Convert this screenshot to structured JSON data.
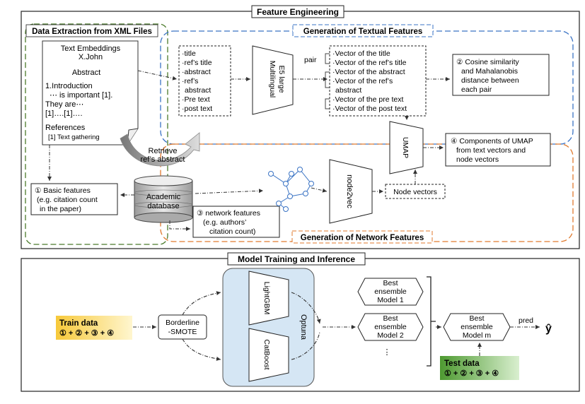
{
  "feature_engineering": {
    "title": "Feature Engineering",
    "data_extraction": {
      "title": "Data Extraction from XML Files",
      "doc": {
        "heading1": "Text Embeddings",
        "heading2": "X.John",
        "abstract": "Abstract",
        "intro": "1.Introduction",
        "line1": "⋯ is important [1].",
        "line2": "They are⋯",
        "line3": "[1]….[1]….",
        "refs_title": "References",
        "ref1": "[1]  Text gathering"
      },
      "retrieve_label": [
        "Retrieve",
        "ref’s abstract"
      ]
    },
    "textual": {
      "title": "Generation of Textual Features",
      "inputs": [
        "·title",
        "·ref’s title",
        "·abstract",
        "·ref’s",
        " abstract",
        "·Pre text",
        "·post text"
      ],
      "model": [
        "Multilingual",
        "E5 large"
      ],
      "pair_label": "pair",
      "vectors": [
        "·Vector of the title",
        "·Vector of the ref’s title",
        "·Vector of the abstract",
        "·Vector of the ref’s",
        " abstract",
        "·Vector of the pre text",
        "·Vector of the post text"
      ],
      "cosine": [
        "② Cosine similarity",
        "and Mahalanobis",
        "distance  between",
        "each pair"
      ]
    },
    "umap": {
      "label": "UMAP",
      "output": [
        "④ Components of UMAP",
        "from text vectors and",
        "node vectors"
      ]
    },
    "basic_features": [
      "① Basic features",
      "(e.g. citation count",
      "in the paper)"
    ],
    "database": [
      "Academic",
      "database"
    ],
    "network_features": [
      "③ network features",
      "(e.g. authors’",
      "citation count)"
    ],
    "network": {
      "title": "Generation of Network Features",
      "model": "node2vec",
      "output": "Node vectors"
    }
  },
  "training": {
    "title": "Model Training and Inference",
    "train_data": [
      "Train data",
      "① + ② + ③ + ④"
    ],
    "smote": [
      "Borderline",
      "-SMOTE"
    ],
    "models": [
      "LightGBM",
      "CatBoost"
    ],
    "optuna": "Optuna",
    "ensembles": [
      [
        "Best",
        "ensemble",
        "Model 1"
      ],
      [
        "Best",
        "ensemble",
        "Model 2"
      ]
    ],
    "ellipsis": "⋮",
    "final_model": [
      "Best",
      "ensemble",
      "Model m"
    ],
    "pred": "pred",
    "y_hat": "ŷ",
    "test_data": [
      "Test data",
      "① + ② + ③ + ④"
    ]
  },
  "colors": {
    "green_dash": "#4a7a2a",
    "blue_dash": "#3a73c4",
    "orange_dash": "#e07a2e",
    "optuna_fill": "#d5e6f4",
    "train_fill": "#f9d54a",
    "test_fill": "#5aa23a"
  }
}
